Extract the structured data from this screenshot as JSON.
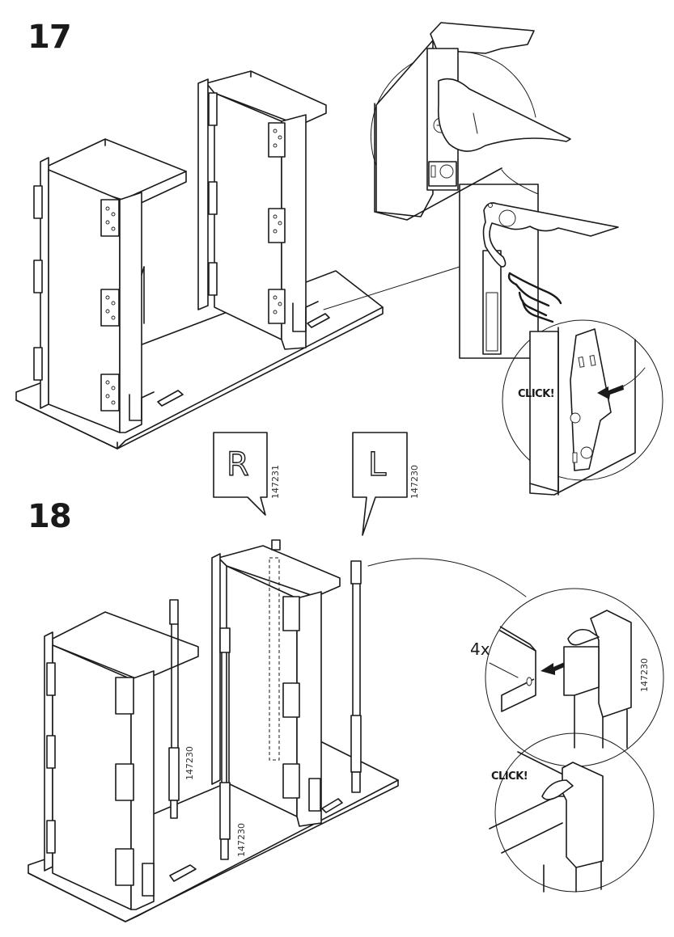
{
  "document": {
    "type": "assembly-instructions",
    "steps": [
      {
        "number": "17",
        "callouts": {
          "click_label": "CLICK!"
        },
        "details": [
          "finger-press-latch",
          "latch-release-diagram",
          "click-into-place"
        ]
      },
      {
        "number": "18",
        "side_labels": [
          {
            "letter": "R",
            "part_number": "147231"
          },
          {
            "letter": "L",
            "part_number": "147230"
          }
        ],
        "rail_part_numbers": [
          "147230",
          "147230"
        ],
        "detail_part_number": "147230",
        "quantity": "4x",
        "callouts": {
          "click_label": "CLICK!"
        }
      }
    ]
  },
  "icons": {
    "hand": "pointing-hand-icon",
    "arrow": "insert-arrow-icon"
  }
}
